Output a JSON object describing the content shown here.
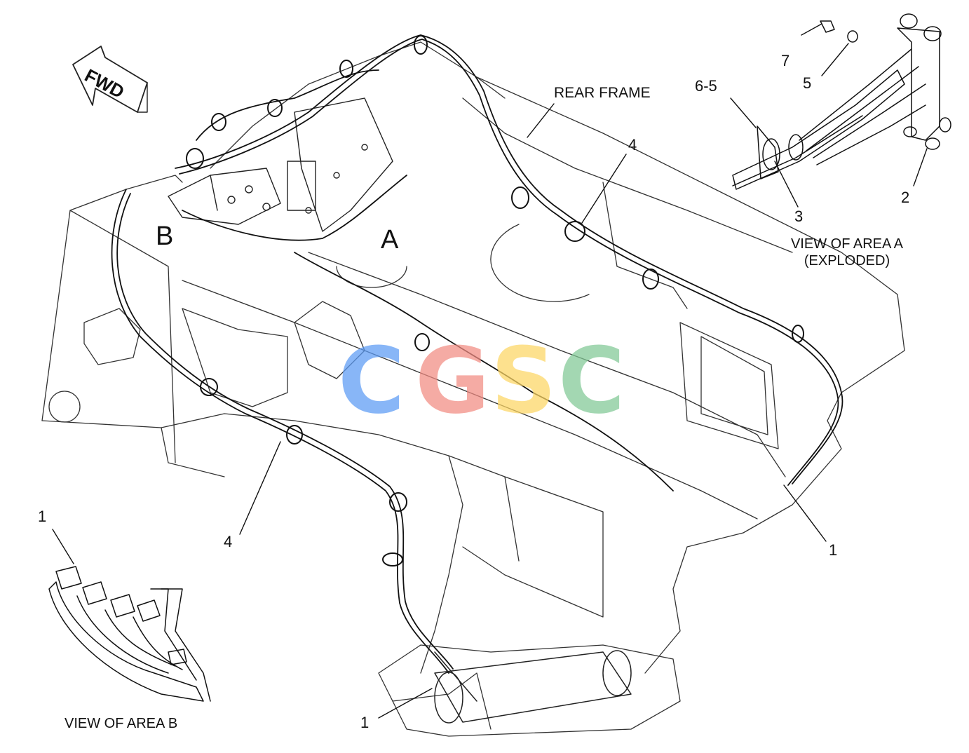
{
  "labels": {
    "rear_frame": "REAR FRAME",
    "area_b_letter": "B",
    "area_a_letter": "A",
    "fwd": "FWD",
    "view_area_a_line1": "VIEW OF AREA A",
    "view_area_a_line2": "(EXPLODED)",
    "view_area_b": "VIEW OF AREA B"
  },
  "callouts": {
    "c7": "7",
    "c5": "5",
    "c6_5": "6-5",
    "c3": "3",
    "c2": "2",
    "c4_upper": "4",
    "c4_lower": "4",
    "c1_left": "1",
    "c1_right": "1",
    "c1_bottom": "1"
  },
  "watermark": {
    "letters": [
      "C",
      "G",
      "S",
      "C"
    ],
    "colors": [
      "#5b9bf5",
      "#f28b82",
      "#fdd663",
      "#81c995"
    ]
  }
}
